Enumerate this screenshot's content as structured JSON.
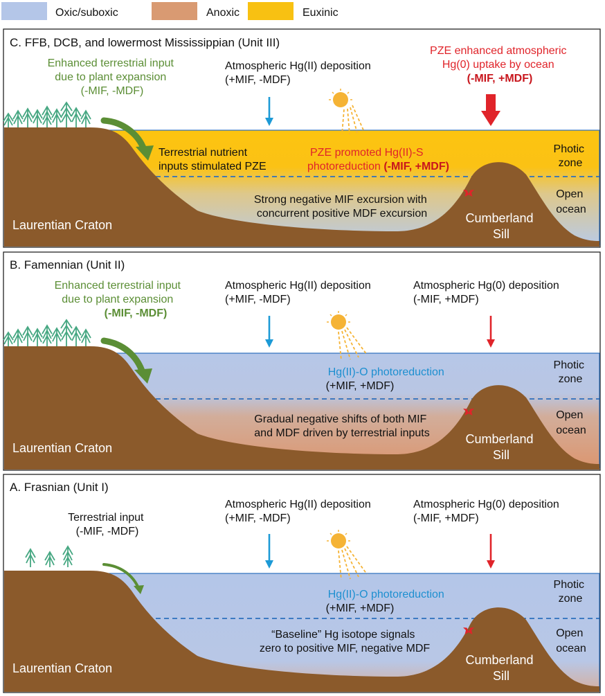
{
  "legend": [
    {
      "label": "Oxic/suboxic",
      "color": "#b4c6e8"
    },
    {
      "label": "Anoxic",
      "color": "#d99a72"
    },
    {
      "label": "Euxinic",
      "color": "#f8c112"
    }
  ],
  "colors": {
    "land": "#8b5a2b",
    "water_blue": "#b4c6e8",
    "anoxic": "#d99a72",
    "euxinic": "#f8c112",
    "green": "#5b8e35",
    "tree": "#46a782",
    "red": "#e0242a",
    "blue": "#1d9ad6",
    "water_outline": "#2c6fbd",
    "sun": "#f5b335"
  },
  "panels": [
    {
      "id": "C",
      "title": "C. FFB, DCB, and lowermost Mississippian (Unit III)",
      "terrestrial": {
        "lines": [
          {
            "text": "Enhanced terrestrial input",
            "bold": false
          },
          {
            "text": "due to plant expansion",
            "bold": false
          },
          {
            "text": "(-MIF, -MDF)",
            "bold": false
          }
        ]
      },
      "hg2": {
        "lines": [
          "Atmospheric Hg(II) deposition",
          "(+MIF, -MDF)"
        ]
      },
      "hg0": {
        "lines": [
          {
            "text": "PZE enhanced atmospheric",
            "bold": false
          },
          {
            "text": "Hg(0) uptake by ocean",
            "bold": false
          },
          {
            "text": "(-MIF, +MDF)",
            "bold": true
          }
        ]
      },
      "nutrient": {
        "lines": [
          "Terrestrial nutrient",
          "inputs stimulated PZE"
        ]
      },
      "photoreduction": {
        "line1": "PZE promoted Hg(II)-S",
        "line2a": "photoreduction  ",
        "line2b": "(-MIF, +MDF)"
      },
      "deep_note": {
        "lines": [
          "Strong negative MIF excursion with",
          "concurrent positive MDF excursion"
        ]
      },
      "photic_label": [
        "Photic",
        "zone"
      ],
      "open_label": [
        "Open",
        "ocean"
      ],
      "craton_label": "Laurentian Craton",
      "sill_label": [
        "Cumberland",
        "Sill"
      ]
    },
    {
      "id": "B",
      "title": "B. Famennian (Unit II)",
      "terrestrial": {
        "lines": [
          {
            "text": "Enhanced terrestrial input",
            "bold": false
          },
          {
            "text": "due to plant expansion",
            "bold": false
          },
          {
            "text": "(-MIF, -MDF)",
            "bold": true
          }
        ]
      },
      "hg2": {
        "lines": [
          "Atmospheric Hg(II) deposition",
          "(+MIF, -MDF)"
        ]
      },
      "hg0": {
        "lines": [
          {
            "text": "Atmospheric Hg(0) deposition",
            "bold": false
          },
          {
            "text": "(-MIF, +MDF)",
            "bold": false
          }
        ]
      },
      "photoreduction": {
        "line1": "Hg(II)-O photoreduction",
        "line2": "(+MIF, +MDF)"
      },
      "deep_note": {
        "lines": [
          "Gradual negative shifts of both MIF",
          "and MDF driven by terrestrial inputs"
        ]
      },
      "photic_label": [
        "Photic",
        "zone"
      ],
      "open_label": [
        "Open",
        "ocean"
      ],
      "craton_label": "Laurentian Craton",
      "sill_label": [
        "Cumberland",
        "Sill"
      ]
    },
    {
      "id": "A",
      "title": "A. Frasnian (Unit I)",
      "terrestrial": {
        "lines": [
          {
            "text": "Terrestrial input",
            "bold": false
          },
          {
            "text": "(-MIF, -MDF)",
            "bold": false
          }
        ]
      },
      "hg2": {
        "lines": [
          "Atmospheric Hg(II) deposition",
          "(+MIF, -MDF)"
        ]
      },
      "hg0": {
        "lines": [
          {
            "text": "Atmospheric Hg(0) deposition",
            "bold": false
          },
          {
            "text": "(-MIF, +MDF)",
            "bold": false
          }
        ]
      },
      "photoreduction": {
        "line1": "Hg(II)-O photoreduction",
        "line2": "(+MIF, +MDF)"
      },
      "deep_note": {
        "lines": [
          "“Baseline” Hg isotope signals",
          "zero to positive MIF, negative MDF"
        ]
      },
      "photic_label": [
        "Photic",
        "zone"
      ],
      "open_label": [
        "Open",
        "ocean"
      ],
      "craton_label": "Laurentian Craton",
      "sill_label": [
        "Cumberland",
        "Sill"
      ]
    }
  ]
}
